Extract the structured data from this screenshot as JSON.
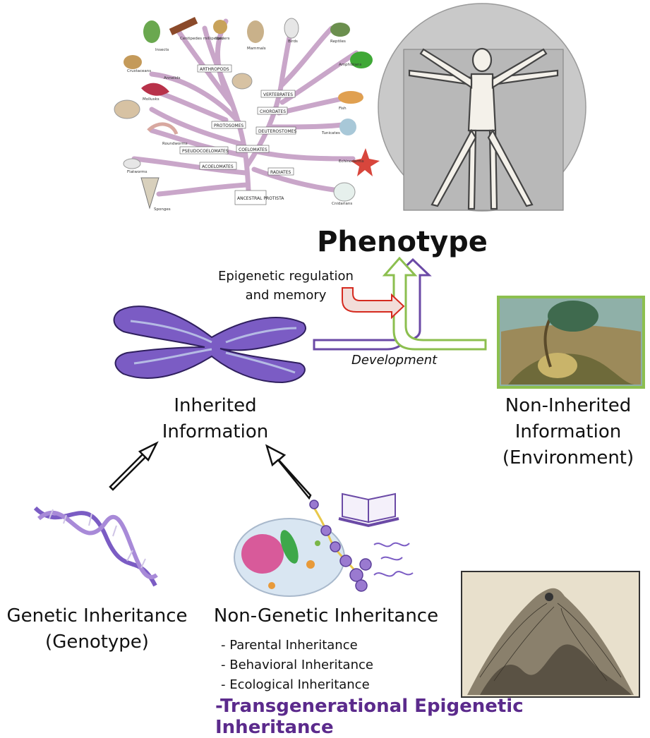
{
  "tree": {
    "labels": [
      "Insects",
      "Centipedes millipedes",
      "Spiders",
      "Mammals",
      "Birds",
      "Reptiles",
      "Amphibians",
      "Crustaceans",
      "Annelids",
      "Mollusks",
      "Roundworms",
      "Flatworms",
      "Sponges",
      "Fish",
      "Tunicates",
      "Echinoderms",
      "Cnidarians"
    ],
    "boxes": [
      "ARTHROPODS",
      "VERTEBRATES",
      "CHORDATES",
      "PROTOSOMES",
      "DEUTEROSTOMES",
      "PSEUDOCOELOMATES",
      "COELOMATES",
      "ACOELOMATES",
      "RADIATES",
      "ANCESTRAL PROTISTA"
    ]
  },
  "phenotype": "Phenotype",
  "epigenetic_line1": "Epigenetic regulation",
  "epigenetic_line2": "and memory",
  "development": "Development",
  "inherited_line1": "Inherited",
  "inherited_line2": "Information",
  "noninherited_line1": "Non-Inherited",
  "noninherited_line2": "Information",
  "noninherited_line3": "(Environment)",
  "genetic_line1": "Genetic Inheritance",
  "genetic_line2": "(Genotype)",
  "nongenetic_title": "Non-Genetic Inheritance",
  "nongenetic_items": [
    "- Parental Inheritance",
    "- Behavioral Inheritance",
    "- Ecological Inheritance"
  ],
  "transgenerational": "-Transgenerational Epigenetic Inheritance",
  "colors": {
    "purple": "#6b4aa6",
    "green": "#8cbf4f",
    "red": "#d52a1f",
    "tgei": "#5b2a8c"
  }
}
